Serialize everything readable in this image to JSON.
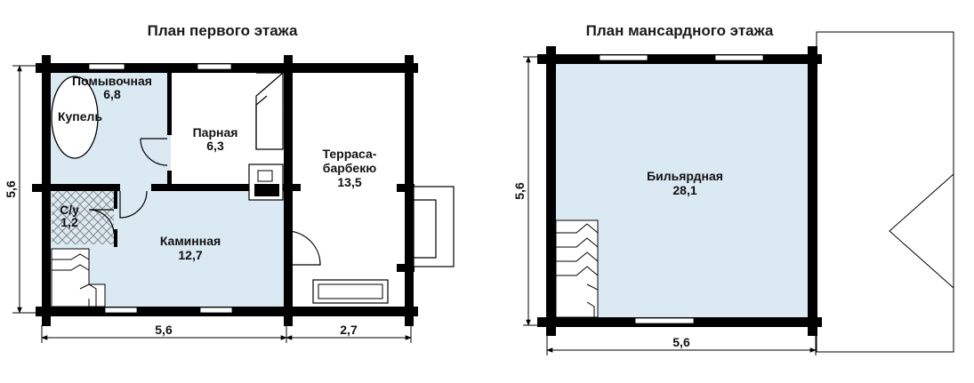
{
  "plan1": {
    "title": "План первого этажа",
    "rooms": {
      "pomyvochnaya": {
        "name": "Помывочная",
        "area": "6,8"
      },
      "kupel": {
        "name": "Купель"
      },
      "parnaya": {
        "name": "Парная",
        "area": "6,3"
      },
      "su": {
        "name": "С/у",
        "area": "1,2"
      },
      "kaminnaya": {
        "name": "Каминная",
        "area": "12,7"
      },
      "terrasa": {
        "name1": "Терраса-",
        "name2": "барбекю",
        "area": "13,5"
      }
    },
    "dims": {
      "width_main": "5,6",
      "width_terrace": "2,7",
      "height": "5,6"
    }
  },
  "plan2": {
    "title": "План мансардного этажа",
    "rooms": {
      "bilyardnaya": {
        "name": "Бильярдная",
        "area": "28,1"
      }
    },
    "dims": {
      "width": "5,6",
      "height": "5,6"
    }
  },
  "colors": {
    "floor": "#dbe9f2",
    "wall": "#000000"
  }
}
